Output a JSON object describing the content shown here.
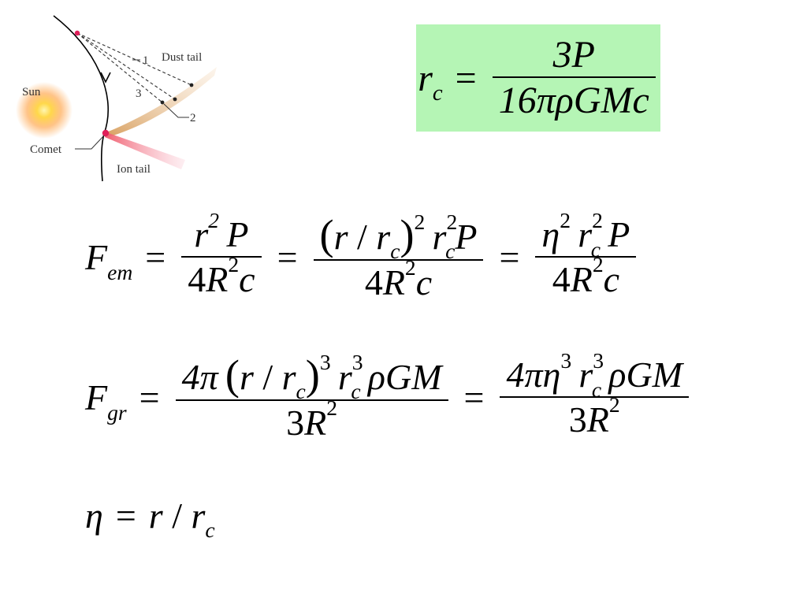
{
  "diagram": {
    "labels": {
      "sun": "Sun",
      "comet": "Comet",
      "dust_tail": "Dust tail",
      "ion_tail": "Ion tail",
      "pos1": "1",
      "pos2": "2",
      "pos3": "3"
    },
    "colors": {
      "sun_core": "#ffd84a",
      "sun_glow": "#ffb060",
      "dust_tail": "#e0b070",
      "ion_tail": "#f07080",
      "comet_dot": "#e0205a"
    }
  },
  "colors": {
    "box_bg": "#b5f5b5"
  },
  "equations": {
    "rc": {
      "lhs": "r",
      "lhs_sub": "c",
      "eq": "=",
      "num": "3P",
      "den": "16πρGMc"
    },
    "fem": {
      "lhs": "F",
      "lhs_sub": "em",
      "eq": "=",
      "t1_num_r": "r",
      "t1_num_exp": "2",
      "t1_num_P": "P",
      "t1_den_4": "4",
      "t1_den_R": "R",
      "t1_den_exp": "2",
      "t1_den_c": "c",
      "t2_lparen": "(",
      "t2_r": "r",
      "t2_slash": " / ",
      "t2_rc": "r",
      "t2_rc_sub": "c",
      "t2_rparen": ")",
      "t2_exp": "2",
      "t2_rc2": "r",
      "t2_rc2_exp": "2",
      "t2_rc2_sub": "c",
      "t2_P": "P",
      "t2_den_4": "4",
      "t2_den_R": "R",
      "t2_den_exp": "2",
      "t2_den_c": "c",
      "t3_eta": "η",
      "t3_eta_exp": "2",
      "t3_rc": "r",
      "t3_rc_exp": "2",
      "t3_rc_sub": "c",
      "t3_P": "P",
      "t3_den_4": "4",
      "t3_den_R": "R",
      "t3_den_exp": "2",
      "t3_den_c": "c"
    },
    "fgr": {
      "lhs": "F",
      "lhs_sub": "gr",
      "eq": "=",
      "t1_4pi": "4π",
      "t1_lparen": "(",
      "t1_r": "r",
      "t1_slash": " / ",
      "t1_rc": "r",
      "t1_rc_sub": "c",
      "t1_rparen": ")",
      "t1_exp": "3",
      "t1_rc3": "r",
      "t1_rc3_exp": "3",
      "t1_rc3_sub": "c",
      "t1_rhoGM": "ρGM",
      "t1_den_3": "3",
      "t1_den_R": "R",
      "t1_den_exp": "2",
      "t2_4pieta": "4πη",
      "t2_eta_exp": "3",
      "t2_rc": "r",
      "t2_rc_exp": "3",
      "t2_rc_sub": "c",
      "t2_rhoGM": "ρGM",
      "t2_den_3": "3",
      "t2_den_R": "R",
      "t2_den_exp": "2"
    },
    "eta": {
      "lhs": "η",
      "eq": "=",
      "r": "r",
      "slash": " / ",
      "rc": "r",
      "rc_sub": "c"
    }
  }
}
